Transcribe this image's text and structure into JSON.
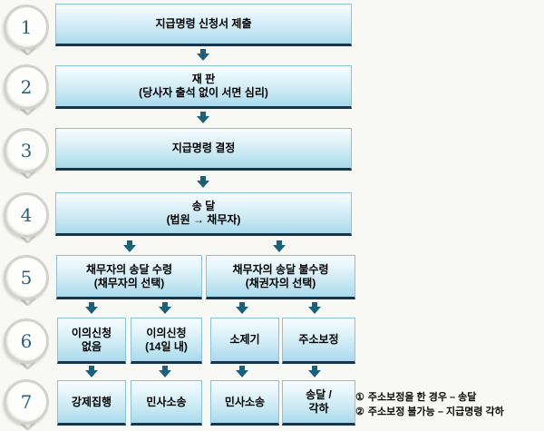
{
  "colors": {
    "background": "#f8f8f4",
    "box_border": "#8cc0d4",
    "box_bottom_edge": "#17354f",
    "arrow": "#1e607a",
    "badge_number": "#2f617b",
    "badge_ring": "#d3d3cc"
  },
  "steps": [
    {
      "num": "1",
      "boxes": [
        {
          "lines": [
            "지급명령 신청서 제출"
          ]
        }
      ]
    },
    {
      "num": "2",
      "boxes": [
        {
          "lines": [
            "재 판",
            "(당사자 출석 없이 서면 심리)"
          ]
        }
      ]
    },
    {
      "num": "3",
      "boxes": [
        {
          "lines": [
            "지급명령 결정"
          ]
        }
      ]
    },
    {
      "num": "4",
      "boxes": [
        {
          "lines": [
            "송 달",
            "(법원 → 채무자)"
          ]
        }
      ]
    },
    {
      "num": "5",
      "boxes": [
        {
          "lines": [
            "채무자의 송달 수령",
            "(채무자의 선택)"
          ]
        },
        {
          "lines": [
            "채무자의 송달 불수령",
            "(채권자의 선택)"
          ]
        }
      ]
    },
    {
      "num": "6",
      "boxes": [
        {
          "lines": [
            "이의신청",
            "없음"
          ]
        },
        {
          "lines": [
            "이의신청",
            "(14일 내)"
          ]
        },
        {
          "lines": [
            "소제기"
          ]
        },
        {
          "lines": [
            "주소보정"
          ]
        }
      ]
    },
    {
      "num": "7",
      "boxes": [
        {
          "lines": [
            "강제집행"
          ]
        },
        {
          "lines": [
            "민사소송"
          ]
        },
        {
          "lines": [
            "민사소송"
          ]
        },
        {
          "lines": [
            "송달 /",
            "각하"
          ]
        }
      ]
    }
  ],
  "notes": {
    "items": [
      {
        "marker": "①",
        "text": "주소보정을 한 경우 – 송달"
      },
      {
        "marker": "②",
        "text": "주소보정 불가능 – 지급명령 각하"
      }
    ]
  }
}
